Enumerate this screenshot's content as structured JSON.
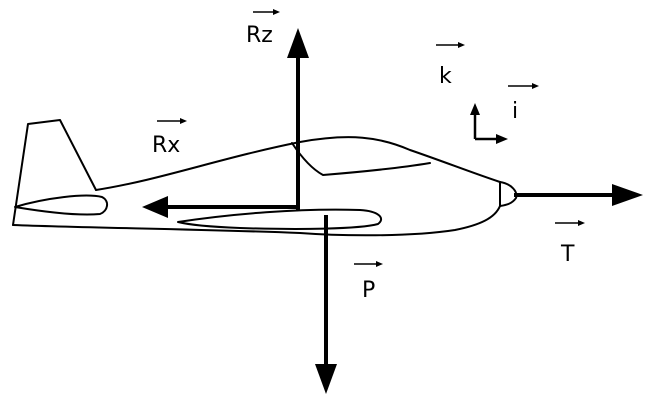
{
  "forces": {
    "lift": "Rz",
    "drag": "Rx",
    "thrust": "T",
    "weight": "P"
  },
  "axes": {
    "vertical": "k",
    "horizontal": "i"
  }
}
